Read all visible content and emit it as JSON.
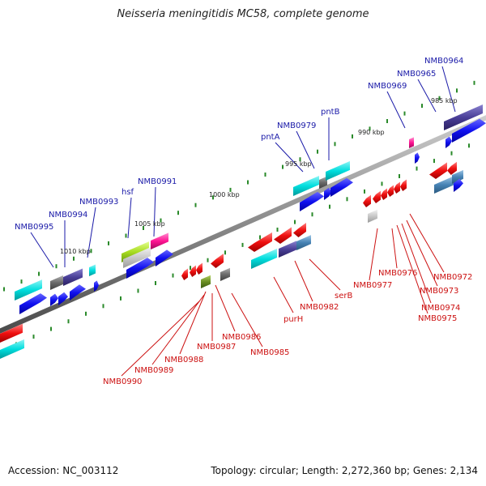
{
  "title": "Neisseria meningitidis MC58, complete genome",
  "footer": {
    "accession": "Accession: NC_003112",
    "topology": "Topology: circular; Length: 2,272,360 bp; Genes: 2,134"
  },
  "colors": {
    "plus_label": "#1a1aa8",
    "minus_label": "#cc1111",
    "backbone": "#8a8a8a",
    "tick": "#2a8a2a"
  },
  "kbp_labels": [
    {
      "text": "985 kbp"
    },
    {
      "text": "990 kbp"
    },
    {
      "text": "995 kbp"
    },
    {
      "text": "1000 kbp"
    },
    {
      "text": "1005 kbp"
    },
    {
      "text": "1010 kbp"
    }
  ],
  "plus_labels": [
    {
      "text": "NMB0964"
    },
    {
      "text": "NMB0965"
    },
    {
      "text": "NMB0969"
    },
    {
      "text": "pntB"
    },
    {
      "text": "NMB0979"
    },
    {
      "text": "pntA"
    },
    {
      "text": "NMB0991"
    },
    {
      "text": "hsf"
    },
    {
      "text": "NMB0993"
    },
    {
      "text": "NMB0994"
    },
    {
      "text": "NMB0995"
    }
  ],
  "minus_labels": [
    {
      "text": "NMB0972"
    },
    {
      "text": "NMB0976"
    },
    {
      "text": "NMB0977"
    },
    {
      "text": "NMB0973"
    },
    {
      "text": "NMB0974"
    },
    {
      "text": "NMB0975"
    },
    {
      "text": "serB"
    },
    {
      "text": "NMB0982"
    },
    {
      "text": "purH"
    },
    {
      "text": "NMB0986"
    },
    {
      "text": "NMB0985"
    },
    {
      "text": "NMB0987"
    },
    {
      "text": "NMB0988"
    },
    {
      "text": "NMB0989"
    },
    {
      "text": "NMB0990"
    }
  ]
}
